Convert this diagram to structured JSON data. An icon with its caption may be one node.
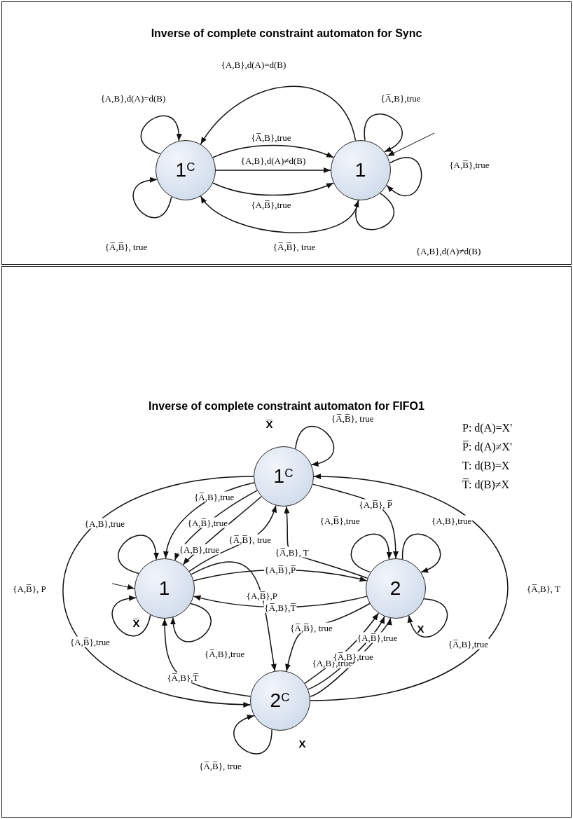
{
  "diagram": {
    "nodes": [
      {
        "text": [
          "Inverse of complete constraint automaton for Sync"
        ]
      },
      {
        "text": [
          "1$^{C}$"
        ],
        "in": 0
      },
      {
        "text": [
          "1"
        ],
        "in": 0
      },
      {
        "text": [
          "Inverse of complete constraint automaton for FIFO1"
        ]
      },
      {
        "text": [
          "1$^{C}$"
        ],
        "in": 3,
        "beside": [
          "X̅"
        ]
      },
      {
        "text": [
          "1"
        ],
        "in": 3,
        "beside": [
          "X̅"
        ]
      },
      {
        "text": [
          "2"
        ],
        "in": 3,
        "beside": [
          "X"
        ]
      },
      {
        "text": [
          "2$^{C}$"
        ],
        "in": 3,
        "beside": [
          "X"
        ]
      }
    ],
    "edges": [
      {
        "from": 1,
        "to": 1,
        "arrow": "to",
        "label": "{A,B},d(A)=d(B)"
      },
      {
        "from": 1,
        "to": 1,
        "arrow": "to",
        "label": "{A̅,B̅}, true"
      },
      {
        "from": 2,
        "to": 1,
        "arrow": "to",
        "label": "{A,B},d(A)=d(B)"
      },
      {
        "from": 1,
        "to": 2,
        "arrow": "to",
        "label": "{A̅,B},true"
      },
      {
        "from": 1,
        "to": 2,
        "arrow": "to",
        "label": "{A,B},d(A)≠d(B)"
      },
      {
        "from": 1,
        "to": 2,
        "arrow": "to",
        "label": "{A,B̅},true"
      },
      {
        "from": 2,
        "to": 1,
        "arrow": "to",
        "label": "{A̅,B̅}, true"
      },
      {
        "from": 2,
        "to": 2,
        "arrow": "to",
        "label": "{A̅,B},true"
      },
      {
        "from": null,
        "to": 2,
        "arrow": "to"
      },
      {
        "from": 2,
        "to": 2,
        "arrow": "to",
        "label": "{A,B̅},true"
      },
      {
        "from": 2,
        "to": 2,
        "arrow": "to",
        "label": "{A,B},d(A)≠d(B)"
      },
      {
        "from": 4,
        "to": 4,
        "arrow": "to",
        "label": "{A̅,B̅}, true"
      },
      {
        "from": 4,
        "to": 5,
        "arrow": "to",
        "label": "{A̅,B},true"
      },
      {
        "from": 4,
        "to": 5,
        "arrow": "to",
        "label": "{A,B̅},true"
      },
      {
        "from": 4,
        "to": 5,
        "arrow": "to",
        "label": "{A,B},true"
      },
      {
        "from": 5,
        "to": 4,
        "arrow": "to",
        "label": "{A̅,B̅}, true"
      },
      {
        "from": 6,
        "to": 4,
        "arrow": "to",
        "label": "{A̅,B}, T"
      },
      {
        "from": 4,
        "to": 6,
        "arrow": "to",
        "label": "{A,B̅}, P̅"
      },
      {
        "from": 4,
        "to": 7,
        "arrow": "to",
        "label": "{A,B̅}, P"
      },
      {
        "from": 7,
        "to": 4,
        "arrow": "to",
        "label": "{A̅,B}, T"
      },
      {
        "from": 5,
        "to": 5,
        "arrow": "to",
        "label": "{A,B},true"
      },
      {
        "from": null,
        "to": 5,
        "arrow": "to"
      },
      {
        "from": 5,
        "to": 5,
        "arrow": "to",
        "label": "{A,B̅},true"
      },
      {
        "from": 5,
        "to": 5,
        "arrow": "to",
        "label": "{A̅,B},true"
      },
      {
        "from": 5,
        "to": 6,
        "arrow": "to",
        "label": "{A,B̅},P̅"
      },
      {
        "from": 6,
        "to": 5,
        "arrow": "to",
        "label": "{A̅,B},T̅"
      },
      {
        "from": 5,
        "to": 7,
        "arrow": "to",
        "label": "{A,B̅},P"
      },
      {
        "from": 7,
        "to": 5,
        "arrow": "to",
        "label": "{A̅,B},T̅"
      },
      {
        "from": 6,
        "to": 7,
        "arrow": "to",
        "label": "{A̅,B̅}, true"
      },
      {
        "from": 7,
        "to": 6,
        "arrow": "to",
        "label": "{A,B},true"
      },
      {
        "from": 7,
        "to": 6,
        "arrow": "to",
        "label": "{A̅,B},true"
      },
      {
        "from": 7,
        "to": 6,
        "arrow": "to",
        "label": "{A,B̅},true"
      },
      {
        "from": 6,
        "to": 6,
        "arrow": "to",
        "label": "{A,B̅},true"
      },
      {
        "from": 6,
        "to": 6,
        "arrow": "to",
        "label": "{A,B},true"
      },
      {
        "from": 6,
        "to": 6,
        "arrow": "to",
        "label": "{A̅,B},true"
      },
      {
        "from": 7,
        "to": 7,
        "arrow": "to",
        "label": "{A̅,B̅}, true"
      }
    ],
    "labels": [
      "P: d(A)=X'",
      "P̅: d(A)≠X'",
      "T: d(B)=X",
      "T̅: d(B)≠X"
    ]
  }
}
